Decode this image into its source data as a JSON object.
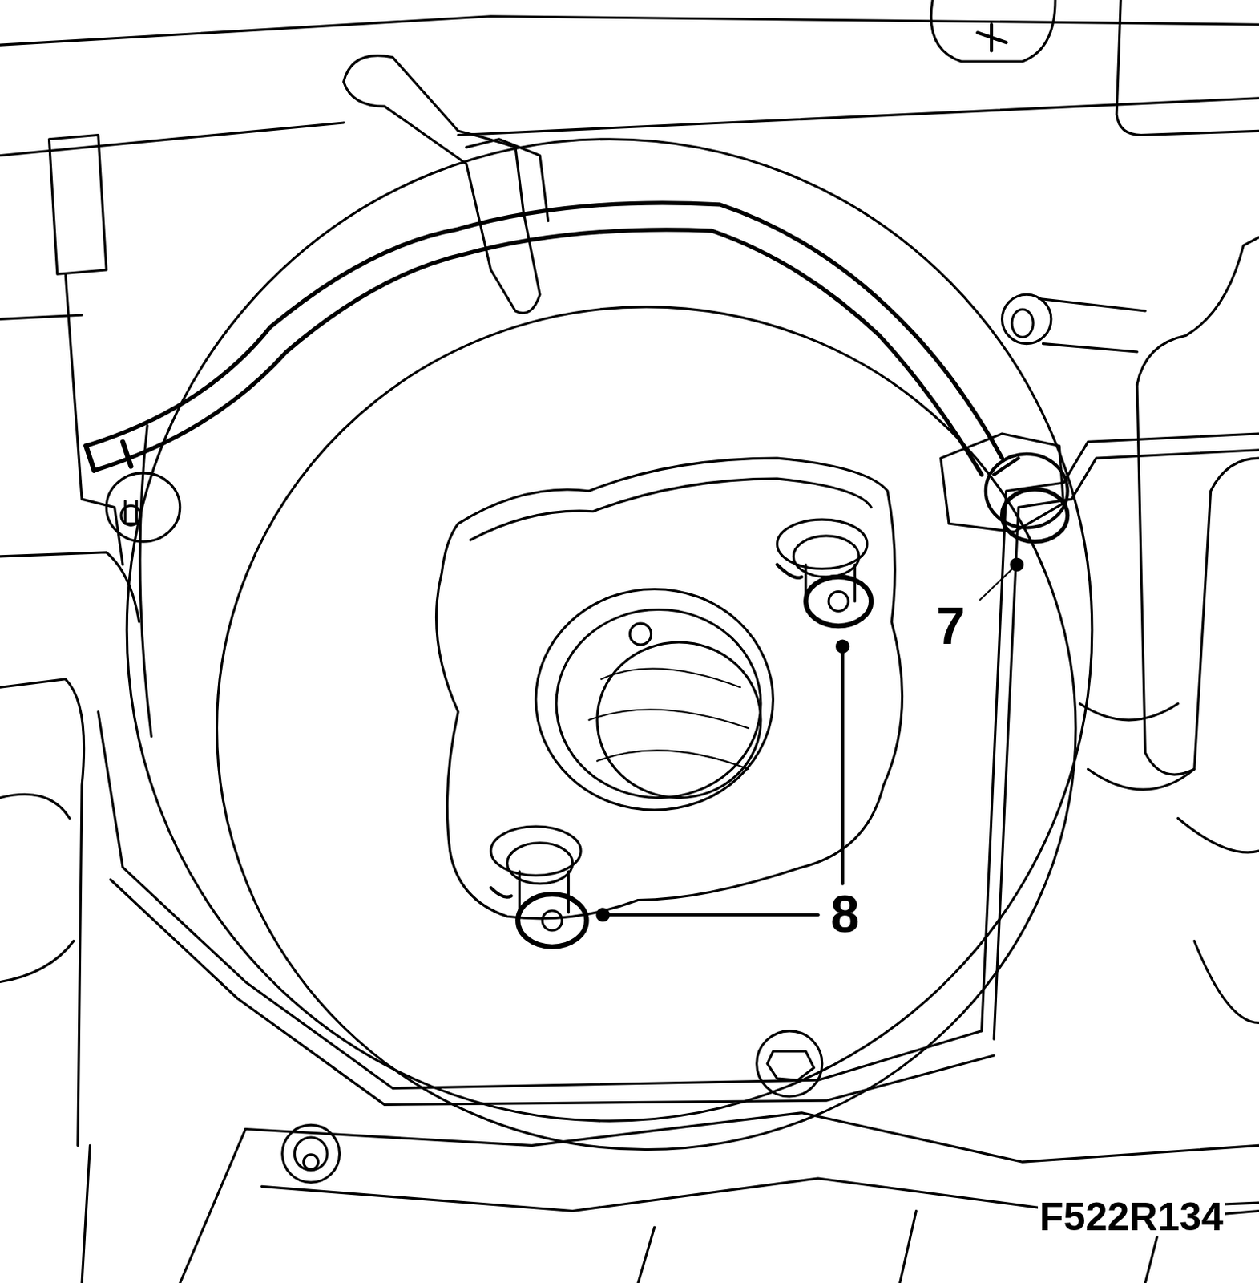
{
  "diagram": {
    "labels": [
      "7",
      "8",
      "F522R134"
    ]
  }
}
